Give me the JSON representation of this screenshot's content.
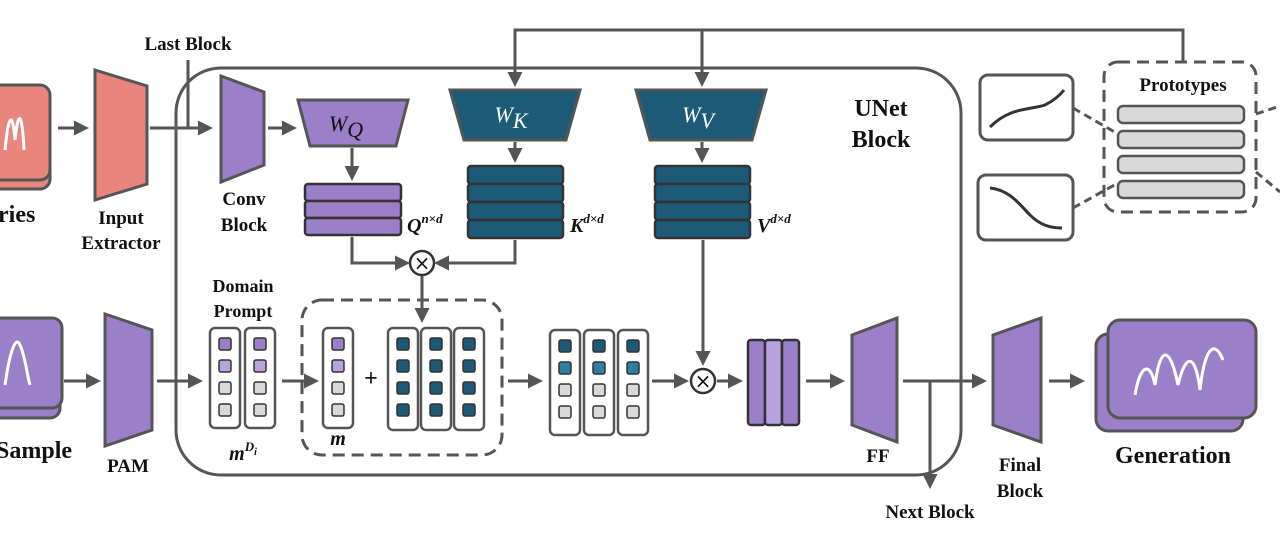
{
  "labels": {
    "series": "ries",
    "input_extractor_1": "Input",
    "input_extractor_2": "Extractor",
    "last_block": "Last Block",
    "conv_block_1": "Conv",
    "conv_block_2": "Block",
    "unet_1": "UNet",
    "unet_2": "Block",
    "prototypes": "Prototypes",
    "sample": "Sample",
    "pam": "PAM",
    "domain_prompt_1": "Domain",
    "domain_prompt_2": "Prompt",
    "ff": "FF",
    "next_block": "Next Block",
    "final_block_1": "Final",
    "final_block_2": "Block",
    "generation": "Generation",
    "plus": "+"
  },
  "math": {
    "wq_base": "W",
    "wq_sub": "Q",
    "wk_base": "W",
    "wk_sub": "K",
    "wv_base": "W",
    "wv_sub": "V",
    "q_base": "Q",
    "q_sup": "n×d",
    "k_base": "K",
    "k_sup": "d×d",
    "v_base": "V",
    "v_sup": "d×d",
    "mdi_base": "m",
    "mdi_sup": "D",
    "mdi_sub": "i",
    "m": "m",
    "otimes": "⊗"
  },
  "colors": {
    "purple": "#9b80c9",
    "purple_light": "#b9a2e0",
    "teal": "#1d5a78",
    "teal_mid": "#2a7fa3",
    "salmon": "#e8857c",
    "gray_cell": "#d9d9d9",
    "line": "#555555"
  }
}
